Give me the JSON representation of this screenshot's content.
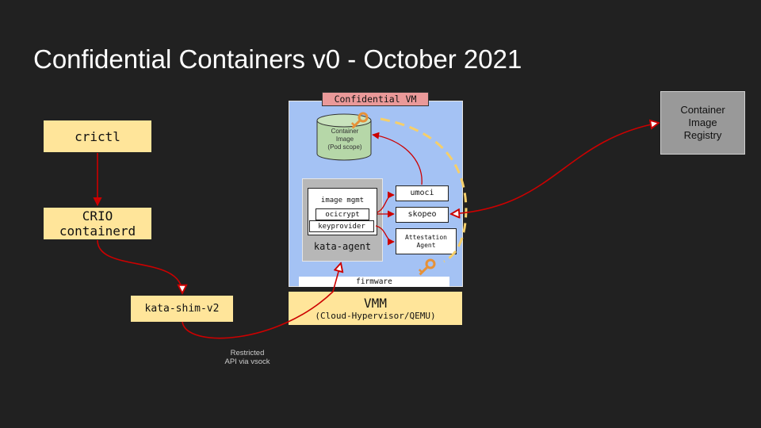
{
  "title": "Confidential Containers v0 - October 2021",
  "crictl": "crictl",
  "crio": "CRIO\ncontainerd",
  "kata_shim": "kata-shim-v2",
  "vmm": {
    "title": "VMM",
    "subtitle": "(Cloud-Hypervisor/QEMU)"
  },
  "confidential_vm": {
    "label": "Confidential VM",
    "container_image": "Container\nImage\n(Pod scope)",
    "image_mgmt": "image mgmt",
    "ocicrypt": "ocicrypt",
    "keyprovider": "keyprovider",
    "kata_agent": "kata-agent",
    "umoci": "umoci",
    "skopeo": "skopeo",
    "attestation_agent": "Attestation\nAgent",
    "firmware": "firmware"
  },
  "registry": "Container\nImage\nRegistry",
  "vsock_caption": "Restricted\nAPI via vsock",
  "colors": {
    "arrow": "#cc0000",
    "key": "#e69138",
    "dashed_arc": "#f6cf6a",
    "yellow_box": "#ffe59a",
    "vm_background": "#a4c2f4",
    "vm_label": "#ea9999",
    "cylinder": "#b6d7a8",
    "registry": "#999999"
  }
}
